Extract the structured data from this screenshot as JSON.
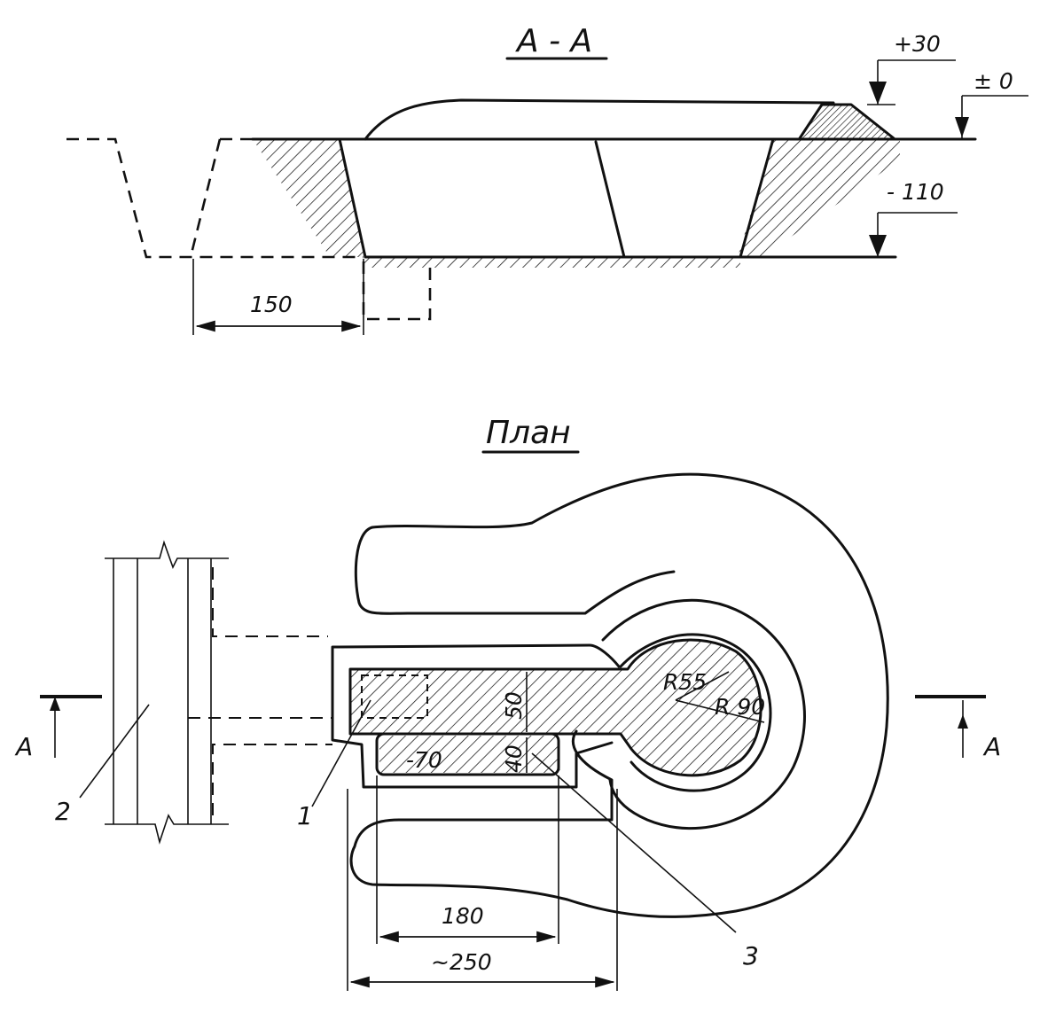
{
  "section": {
    "title": "A - A",
    "level_top": "+30",
    "level_ground": "± 0",
    "level_bottom": "- 110",
    "dim_width": "150"
  },
  "plan": {
    "title": "План",
    "radius_inner": "R55",
    "radius_outer": "R 90",
    "dim_50": "50",
    "dim_40": "40",
    "dim_depth": "-70",
    "dim_180": "180",
    "dim_250": "~250",
    "cut_left": "A",
    "cut_right": "A",
    "callout_1": "1",
    "callout_2": "2",
    "callout_3": "3"
  }
}
